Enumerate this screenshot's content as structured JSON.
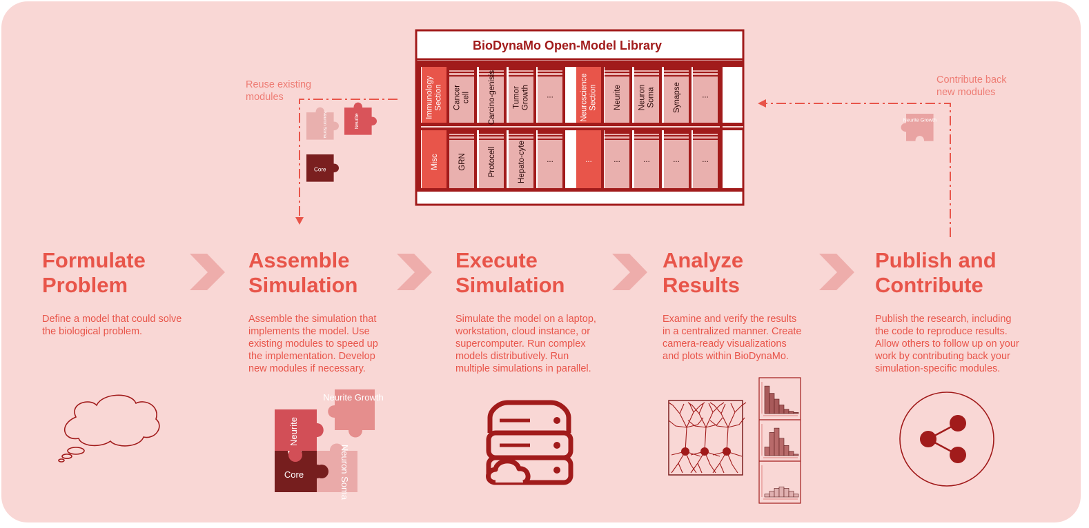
{
  "library": {
    "title": "BioDynaMo Open-Model Library",
    "shelf1": [
      "Immunology Section",
      "Cancer cell",
      "Carcino-genisis",
      "Tumor Growth",
      "...",
      "Neuroscience Section",
      "Neurite",
      "Neuron Soma",
      "Synapse",
      "..."
    ],
    "shelf2": [
      "Misc",
      "GRN",
      "Protocell",
      "Hepato-cyte",
      "...",
      "...",
      "...",
      "...",
      "...",
      "..."
    ]
  },
  "annotations": {
    "reuse": "Reuse existing\nmodules",
    "contribute": "Contribute back\nnew modules"
  },
  "small_pieces": {
    "neuron_soma": "Neuron Soma",
    "neurite": "Neurite",
    "core": "Core",
    "neurite_growth": "Neurite Growth"
  },
  "steps": [
    {
      "title": "Formulate\nProblem",
      "desc": "Define a model that could solve\nthe biological problem."
    },
    {
      "title": "Assemble\nSimulation",
      "desc": "Assemble the simulation that\nimplements the model. Use\nexisting modules to speed up\nthe implementation. Develop\nnew modules if necessary."
    },
    {
      "title": "Execute\nSimulation",
      "desc": "Simulate the model on a laptop,\nworkstation, cloud instance, or\nsupercomputer. Run complex\nmodels distributively. Run\nmultiple simulations in parallel."
    },
    {
      "title": "Analyze\nResults",
      "desc": "Examine and verify the results\nin a centralized manner. Create\ncamera-ready visualizations\nand plots within BioDynaMo."
    },
    {
      "title": "Publish and\nContribute",
      "desc": "Publish the research, including\nthe code to reproduce results.\nAllow others to follow up on your\nwork by contributing back your\nsimulation-specific modules."
    }
  ],
  "puzzle": {
    "neurite": "Neurite",
    "neurite_growth": "Neurite Growth",
    "core": "Core",
    "neuron_soma": "Neuron Soma"
  },
  "colors": {
    "panel": "#f9d7d5",
    "accent": "#e8554a",
    "dark_red": "#a11b1b",
    "deep_red": "#8a1212",
    "light_pink": "#e9b0ae",
    "chevron": "#eeadab"
  }
}
